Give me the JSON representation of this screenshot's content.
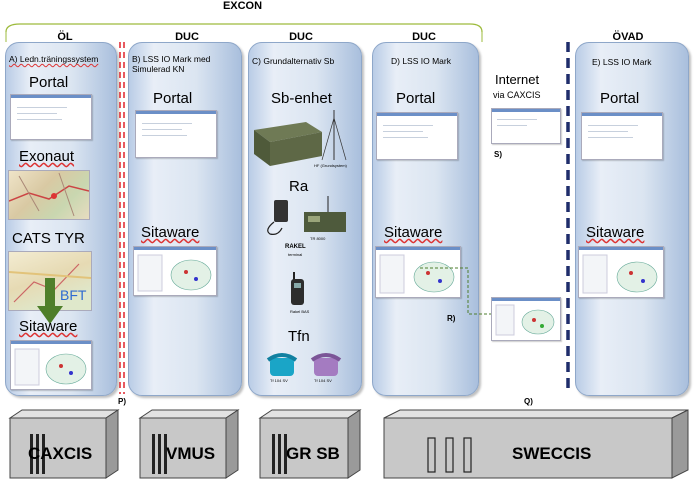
{
  "top": {
    "excon": "EXCON"
  },
  "headers": {
    "ol": "ÖL",
    "duc1": "DUC",
    "duc2": "DUC",
    "duc3": "DUC",
    "ovad": "ÖVAD"
  },
  "columns": {
    "a": {
      "title": "A) Ledn.träningssystem",
      "portal": "Portal",
      "exonaut": "Exonaut",
      "cats": "CATS TYR",
      "bft": "BFT",
      "sitaware": "Sitaware"
    },
    "b": {
      "title": "B) LSS IO Mark med Simulerad KN",
      "portal": "Portal",
      "sitaware": "Sitaware"
    },
    "c": {
      "title": "C) Grundalternativ Sb",
      "sb": "Sb-enhet",
      "ra": "Ra",
      "rakel": "RAKEL",
      "rakel_sub": "terminal",
      "tfn": "Tfn",
      "hf_caption": "HF (Grundsystem)",
      "radio_caption": "TR 8000",
      "phone_caption": "Rakel BAS",
      "tel1": "Tf 104 SV",
      "tel2": "Tf 104 SV"
    },
    "d": {
      "title": "D) LSS IO Mark",
      "portal": "Portal",
      "sitaware": "Sitaware"
    },
    "e": {
      "title": "E) LSS IO Mark",
      "portal": "Portal",
      "sitaware": "Sitaware"
    }
  },
  "internet": {
    "label": "Internet",
    "sub": "via CAXCIS"
  },
  "markers": {
    "p": "P)",
    "q": "Q)",
    "r": "R)",
    "s": "S)"
  },
  "servers": {
    "caxcis": "CAXCIS",
    "vmus": "VMUS",
    "grsb": "GR SB",
    "sweccis": "SWECCIS"
  },
  "colors": {
    "column_fill": "#dbe5f1",
    "red_dash": "#e0242b",
    "navy_dash": "#1f2d6b",
    "server_face": "#c8c8c8",
    "bft_arrow": "#4f7f2a",
    "bracket": "#9dbb3c"
  }
}
